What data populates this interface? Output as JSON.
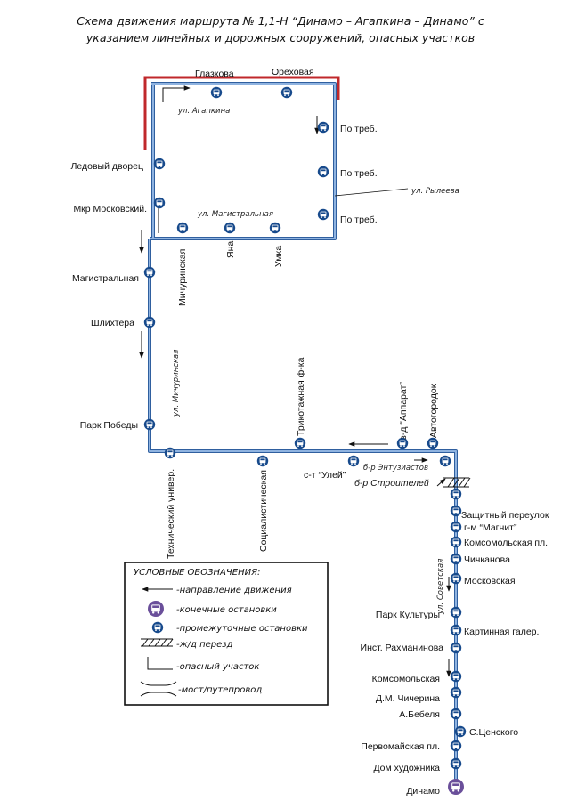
{
  "title": {
    "line1": "Схема движения маршрута № 1,1-Н “Динамо – Агапкина – Динамо” с",
    "line2": "указанием линейных и дорожных сооружений, опасных участков"
  },
  "colors": {
    "route": "#6f99cf",
    "route_dark": "#2f5f9f",
    "danger": "#c0282b",
    "terminal": "#6a4f9a",
    "stop": "#174a8c"
  },
  "stops": {
    "glazkova": "Глазкова",
    "orekhovaya": "Ореховая",
    "po_treb1": "По треб.",
    "po_treb2": "По треб.",
    "po_treb3": "По треб.",
    "ledovy": "Ледовый дворец",
    "mkr_moskovsky": "Мкр Московский.",
    "yana": "Яна",
    "umka": "Умка",
    "michurinskaya": "Мичуринская",
    "magistralnaya": "Магистральная",
    "shlikhtera": "Шлихтера",
    "park_pobedy": "Парк Победы",
    "tekh_univer": "Технический универ.",
    "sotsialisticheskaya": "Социалистическая",
    "trikotazh": "Трикотажная ф-ка",
    "zd_apparat": "з-д “Аппарат”",
    "avtogorodok": "Автогородок",
    "st_ulei": "с-т “Улей”",
    "zashchitny": "Защитный переулок",
    "gm_magnit": "г-м “Магнит”",
    "komsomolskaya_pl": "Комсомольская пл.",
    "chichkanova": "Чичканова",
    "moskovskaya": "Московская",
    "park_kultury": "Парк Культуры",
    "kartinnaya": "Картинная галер.",
    "inst_rakhmaninova": "Инст. Рахманинова",
    "komsomolskaya": "Комсомольская",
    "chicherina": "Д.М. Чичерина",
    "bebelya": "А.Бебеля",
    "tsenskogo": "С.Ценского",
    "pervomayskaya": "Первомайская пл.",
    "dom_khudozhnika": "Дом художника",
    "dinamo": "Динамо"
  },
  "streets": {
    "agapkina": "ул. Агапкина",
    "ryleeva": "ул. Рылеева",
    "magistralnaya": "ул. Магистральная",
    "michurinskaya": "ул. Мичуринская",
    "entuziastov": "б-р Энтузиастов",
    "stroiteley": "б-р Строителей",
    "sovetskaya": "ул. Советская"
  },
  "legend": {
    "title": "УСЛОВНЫЕ ОБОЗНАЧЕНИЯ:",
    "direction": "-направление движения",
    "terminal": "-конечные остановки",
    "intermediate": "-промежуточные остановки",
    "railway": "-ж/д перезд",
    "danger": "-опасный участок",
    "bridge": "-мост/путепровод"
  }
}
